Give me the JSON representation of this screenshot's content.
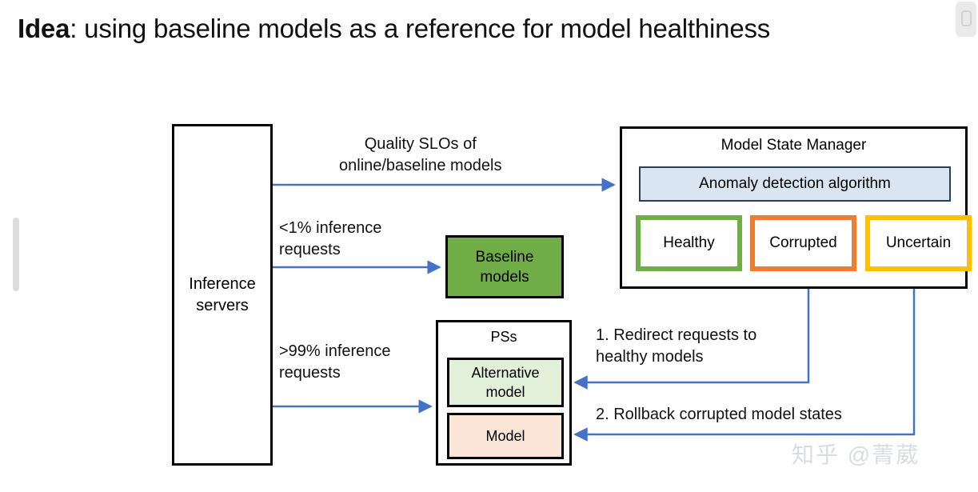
{
  "title": {
    "lead": "Idea",
    "rest": ": using baseline models as a reference for model healthiness"
  },
  "diagram": {
    "inference_servers": "Inference\nservers",
    "baseline_models": "Baseline\nmodels",
    "model_state_manager": {
      "title": "Model State Manager",
      "anomaly_detection": "Anomaly detection algorithm",
      "states": [
        {
          "label": "Healthy",
          "color": "#70AD47"
        },
        {
          "label": "Corrupted",
          "color": "#ED7D31"
        },
        {
          "label": "Uncertain",
          "color": "#FFC000"
        }
      ]
    },
    "pss": {
      "title": "PSs",
      "alternative_model": "Alternative\nmodel",
      "model": "Model",
      "alternative_model_color": "#E2EFD9",
      "model_color": "#FBE5D6"
    },
    "annotations": {
      "quality_slos": "Quality SLOs of\nonline/baseline models",
      "lt_one_percent": "<1% inference\nrequests",
      "gt_ninetynine_percent": ">99% inference\nrequests",
      "redirect": "1. Redirect requests to\nhealthy models",
      "rollback": "2. Rollback corrupted model states"
    },
    "connector_color": "#4472C4"
  },
  "watermark": "知乎 @菁葳"
}
